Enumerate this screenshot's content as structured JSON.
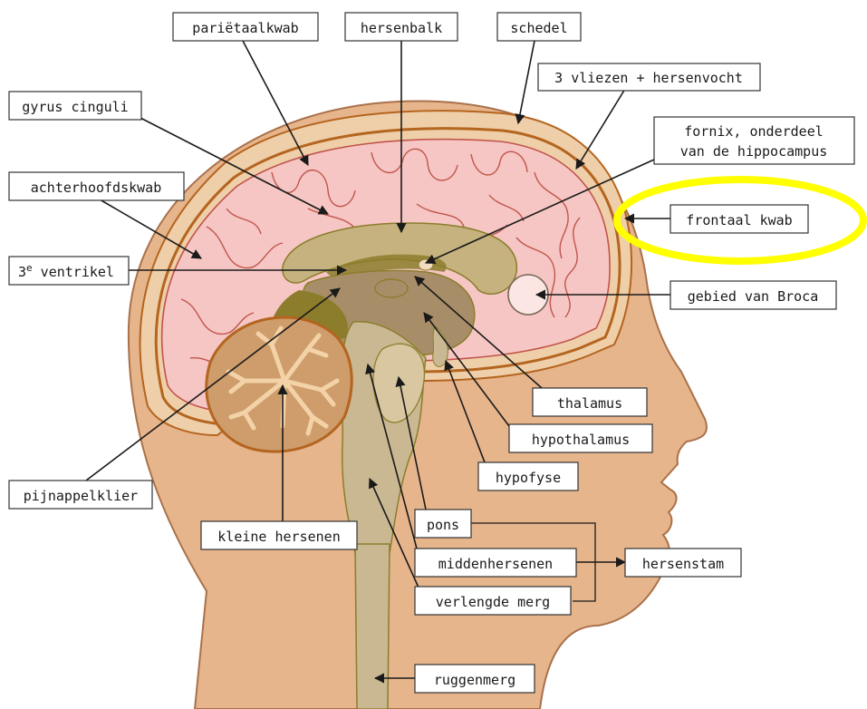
{
  "colors": {
    "skin": "#e7b58c",
    "skin_outline": "#a9714a",
    "skull_band": "#efcfa9",
    "meninges_line": "#b4651f",
    "cortex": "#f6c6c4",
    "gyri_lines": "#c0554b",
    "deep_olive": "#8b7d2c",
    "corpus": "#c5b27e",
    "thalamus_area": "#a88e68",
    "cerebellum_fill": "#ce9d6b",
    "arbor_vitae": "#f3d2a8",
    "spinal_cord": "#c9b891",
    "broca_circle": "#fbe6e4",
    "highlight": "#ffff00"
  },
  "labels": {
    "parietaalkwab": "pariëtaalkwab",
    "hersenbalk": "hersenbalk",
    "schedel": "schedel",
    "vliezen": "3 vliezen + hersenvocht",
    "gyrus_cinguli": "gyrus cinguli",
    "fornix_line1": "fornix, onderdeel",
    "fornix_line2": "van de hippocampus",
    "achterhoofdskwab": "achterhoofdskwab",
    "frontaal_kwab": "frontaal kwab",
    "ventrikel_prefix": "3",
    "ventrikel_sup": "e",
    "ventrikel_suffix": " ventrikel",
    "broca": "gebied van Broca",
    "thalamus": "thalamus",
    "hypothalamus": "hypothalamus",
    "hypofyse": "hypofyse",
    "pijnappelklier": "pijnappelklier",
    "kleine_hersenen": "kleine hersenen",
    "pons": "pons",
    "middenhersenen": "middenhersenen",
    "hersenstam": "hersenstam",
    "verlengde_merg": "verlengde merg",
    "ruggenmerg": "ruggenmerg"
  }
}
